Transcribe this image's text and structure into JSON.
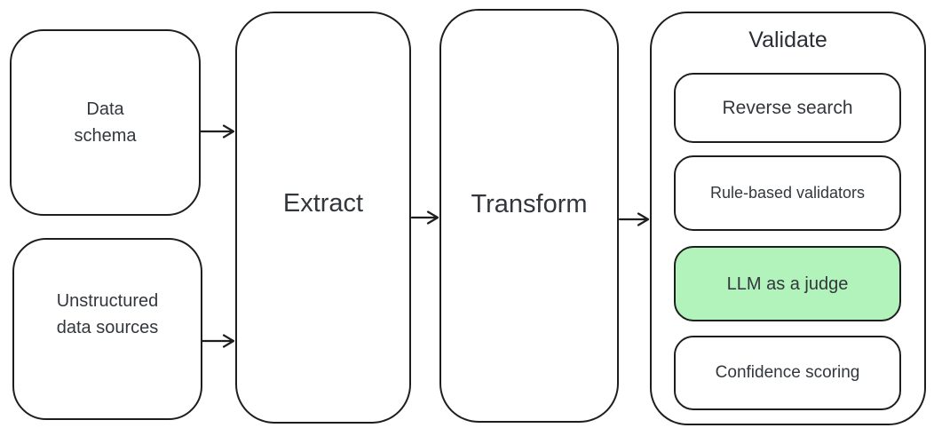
{
  "colors": {
    "stroke": "#1e1e1e",
    "text": "#33373c",
    "box_fill": "#ffffff",
    "highlight_fill": "#b2f2bb",
    "background": "#ffffff"
  },
  "nodes": {
    "data_schema": {
      "label": "Data\nschema"
    },
    "unstructured": {
      "label": "Unstructured\ndata sources"
    },
    "extract": {
      "label": "Extract"
    },
    "transform": {
      "label": "Transform"
    },
    "validate": {
      "title": "Validate",
      "children": [
        {
          "label": "Reverse search",
          "highlighted": false
        },
        {
          "label": "Rule-based validators",
          "highlighted": false
        },
        {
          "label": "LLM as a judge",
          "highlighted": true
        },
        {
          "label": "Confidence scoring",
          "highlighted": false
        }
      ]
    }
  },
  "edges": [
    {
      "from": "data_schema",
      "to": "extract"
    },
    {
      "from": "unstructured",
      "to": "extract"
    },
    {
      "from": "extract",
      "to": "transform"
    },
    {
      "from": "transform",
      "to": "validate"
    }
  ]
}
